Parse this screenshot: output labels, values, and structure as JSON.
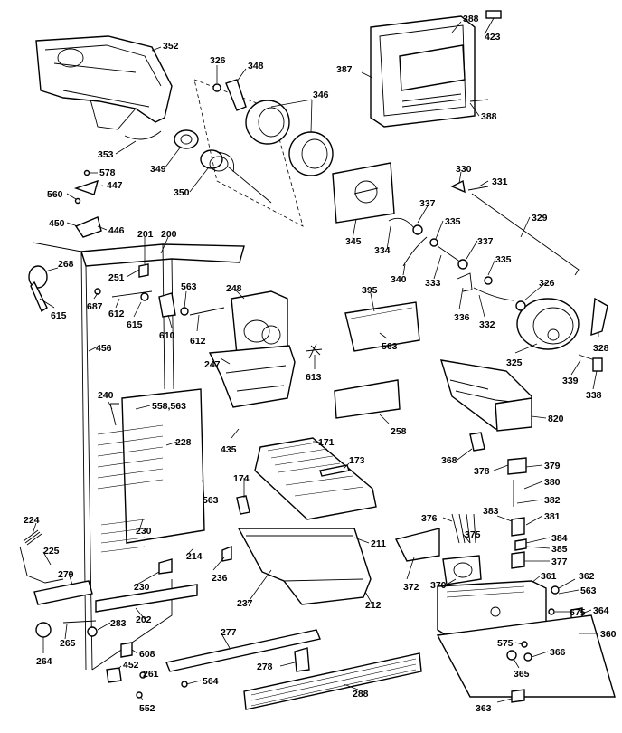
{
  "diagram": {
    "labels": [
      {
        "id": "l352",
        "text": "352"
      },
      {
        "id": "l326a",
        "text": "326"
      },
      {
        "id": "l348",
        "text": "348"
      },
      {
        "id": "l346",
        "text": "346"
      },
      {
        "id": "l387",
        "text": "387"
      },
      {
        "id": "l388a",
        "text": "388"
      },
      {
        "id": "l423",
        "text": "423"
      },
      {
        "id": "l388b",
        "text": "388"
      },
      {
        "id": "l353",
        "text": "353"
      },
      {
        "id": "l349",
        "text": "349"
      },
      {
        "id": "l350",
        "text": "350"
      },
      {
        "id": "l578",
        "text": "578"
      },
      {
        "id": "l447",
        "text": "447"
      },
      {
        "id": "l560",
        "text": "560"
      },
      {
        "id": "l450",
        "text": "450"
      },
      {
        "id": "l446",
        "text": "446"
      },
      {
        "id": "l330",
        "text": "330"
      },
      {
        "id": "l331",
        "text": "331"
      },
      {
        "id": "l337a",
        "text": "337"
      },
      {
        "id": "l329",
        "text": "329"
      },
      {
        "id": "l345",
        "text": "345"
      },
      {
        "id": "l334",
        "text": "334"
      },
      {
        "id": "l335a",
        "text": "335"
      },
      {
        "id": "l337b",
        "text": "337"
      },
      {
        "id": "l340",
        "text": "340"
      },
      {
        "id": "l333",
        "text": "333"
      },
      {
        "id": "l335b",
        "text": "335"
      },
      {
        "id": "l326b",
        "text": "326"
      },
      {
        "id": "l201",
        "text": "201"
      },
      {
        "id": "l200",
        "text": "200"
      },
      {
        "id": "l268",
        "text": "268"
      },
      {
        "id": "l251",
        "text": "251"
      },
      {
        "id": "l687",
        "text": "687"
      },
      {
        "id": "l612a",
        "text": "612"
      },
      {
        "id": "l615a",
        "text": "615"
      },
      {
        "id": "l563a",
        "text": "563"
      },
      {
        "id": "l615b",
        "text": "615"
      },
      {
        "id": "l610",
        "text": "610"
      },
      {
        "id": "l612b",
        "text": "612"
      },
      {
        "id": "l248",
        "text": "248"
      },
      {
        "id": "l395",
        "text": "395"
      },
      {
        "id": "l336",
        "text": "336"
      },
      {
        "id": "l332",
        "text": "332"
      },
      {
        "id": "l328",
        "text": "328"
      },
      {
        "id": "l456",
        "text": "456"
      },
      {
        "id": "l247",
        "text": "247"
      },
      {
        "id": "l613",
        "text": "613"
      },
      {
        "id": "l563b",
        "text": "563"
      },
      {
        "id": "l325",
        "text": "325"
      },
      {
        "id": "l339",
        "text": "339"
      },
      {
        "id": "l338",
        "text": "338"
      },
      {
        "id": "l240",
        "text": "240"
      },
      {
        "id": "l558",
        "text": "558,563"
      },
      {
        "id": "l258",
        "text": "258"
      },
      {
        "id": "l820",
        "text": "820"
      },
      {
        "id": "l228",
        "text": "228"
      },
      {
        "id": "l435",
        "text": "435"
      },
      {
        "id": "l171",
        "text": "171"
      },
      {
        "id": "l173",
        "text": "173"
      },
      {
        "id": "l368",
        "text": "368"
      },
      {
        "id": "l378",
        "text": "378"
      },
      {
        "id": "l379",
        "text": "379"
      },
      {
        "id": "l380",
        "text": "380"
      },
      {
        "id": "l174",
        "text": "174"
      },
      {
        "id": "l563c",
        "text": "563"
      },
      {
        "id": "l382",
        "text": "382"
      },
      {
        "id": "l224",
        "text": "224"
      },
      {
        "id": "l376",
        "text": "376"
      },
      {
        "id": "l383",
        "text": "383"
      },
      {
        "id": "l381",
        "text": "381"
      },
      {
        "id": "l230a",
        "text": "230"
      },
      {
        "id": "l375",
        "text": "375"
      },
      {
        "id": "l384",
        "text": "384"
      },
      {
        "id": "l225",
        "text": "225"
      },
      {
        "id": "l211",
        "text": "211"
      },
      {
        "id": "l385",
        "text": "385"
      },
      {
        "id": "l214",
        "text": "214"
      },
      {
        "id": "l236",
        "text": "236"
      },
      {
        "id": "l377",
        "text": "377"
      },
      {
        "id": "l279",
        "text": "279"
      },
      {
        "id": "l230b",
        "text": "230"
      },
      {
        "id": "l372",
        "text": "372"
      },
      {
        "id": "l361",
        "text": "361"
      },
      {
        "id": "l362",
        "text": "362"
      },
      {
        "id": "l370",
        "text": "370"
      },
      {
        "id": "l563d",
        "text": "563"
      },
      {
        "id": "l237",
        "text": "237"
      },
      {
        "id": "l212",
        "text": "212"
      },
      {
        "id": "l364",
        "text": "364"
      },
      {
        "id": "l202",
        "text": "202"
      },
      {
        "id": "l675",
        "text": "675"
      },
      {
        "id": "l360",
        "text": "360"
      },
      {
        "id": "l265",
        "text": "265"
      },
      {
        "id": "l283",
        "text": "283"
      },
      {
        "id": "l277",
        "text": "277"
      },
      {
        "id": "l264",
        "text": "264"
      },
      {
        "id": "l608",
        "text": "608"
      },
      {
        "id": "l575",
        "text": "575"
      },
      {
        "id": "l366",
        "text": "366"
      },
      {
        "id": "l452",
        "text": "452"
      },
      {
        "id": "l261",
        "text": "261"
      },
      {
        "id": "l278",
        "text": "278"
      },
      {
        "id": "l564",
        "text": "564"
      },
      {
        "id": "l365",
        "text": "365"
      },
      {
        "id": "l288",
        "text": "288"
      },
      {
        "id": "l552",
        "text": "552"
      },
      {
        "id": "l363",
        "text": "363"
      }
    ]
  }
}
